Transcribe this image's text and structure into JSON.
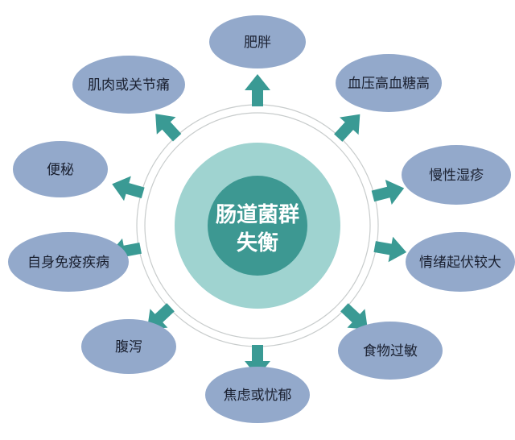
{
  "center": {
    "line1": "肠道菌群",
    "line2": "失衡"
  },
  "nodes": [
    {
      "label": "肥胖"
    },
    {
      "label": "血压高血糖高"
    },
    {
      "label": "慢性湿疹"
    },
    {
      "label": "情绪起伏较大"
    },
    {
      "label": "食物过敏"
    },
    {
      "label": "焦虑或忧郁"
    },
    {
      "label": "腹泻"
    },
    {
      "label": "自身免疫疾病"
    },
    {
      "label": "便秘"
    },
    {
      "label": "肌肉或关节痛"
    }
  ],
  "colors": {
    "ellipse": "#93a9cb",
    "arrow": "#3a9a94",
    "inner": "#3d9892",
    "outer": "#9fd3d0"
  }
}
